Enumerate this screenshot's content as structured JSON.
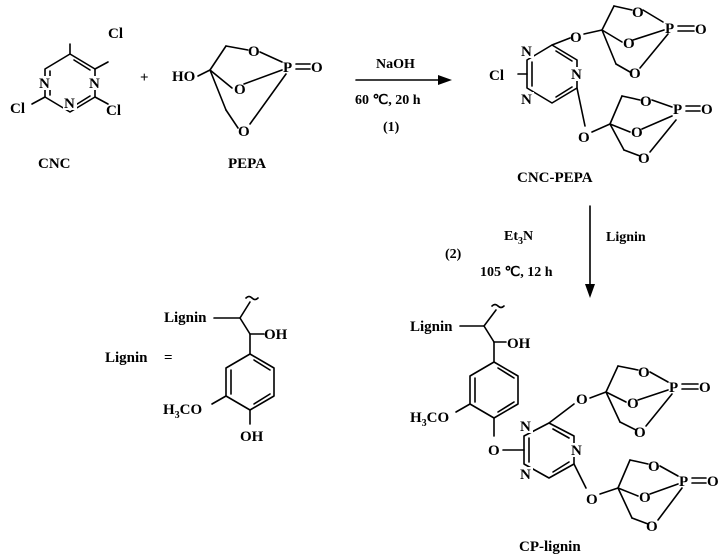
{
  "labels": {
    "cnc": "CNC",
    "pepa": "PEPA",
    "cnc_pepa": "CNC-PEPA",
    "cp_lignin": "CP-lignin",
    "lignin_def": "Lignin",
    "equals": "=",
    "plus": "+"
  },
  "step1": {
    "reagent": "NaOH",
    "conditions": "60 ℃, 20 h",
    "number": "(1)"
  },
  "step2": {
    "number": "(2)",
    "reagent_main": "Et",
    "reagent_sub": "3",
    "reagent_tail": "N",
    "conditions": "105 ℃, 12 h",
    "reactant": "Lignin"
  },
  "atoms": {
    "cl": "Cl",
    "n": "N",
    "o": "O",
    "p": "P",
    "ho": "HO",
    "oh": "OH",
    "lignin": "Lignin",
    "h3co_h": "H",
    "h3co_3": "3",
    "h3co_co": "CO"
  }
}
